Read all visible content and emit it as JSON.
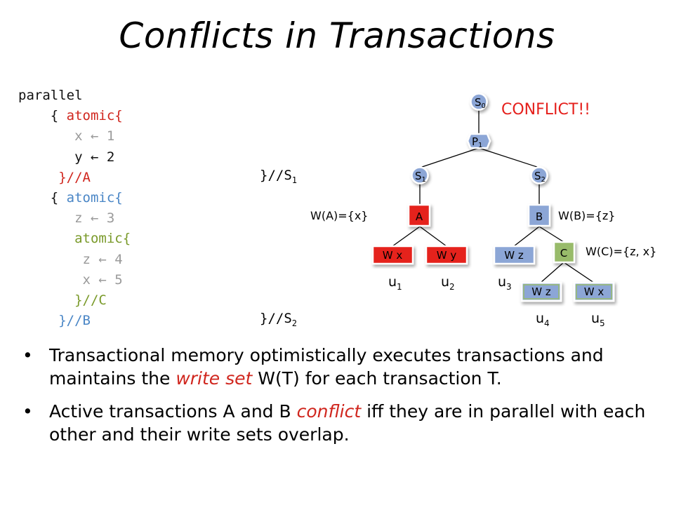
{
  "title": "Conflicts in Transactions",
  "code": {
    "lines": [
      {
        "indent": "",
        "segments": [
          {
            "text": "parallel",
            "color": "black"
          }
        ]
      },
      {
        "indent": "    ",
        "segments": [
          {
            "text": "{ ",
            "color": "black"
          },
          {
            "text": "atomic{",
            "color": "red"
          }
        ]
      },
      {
        "indent": "       ",
        "segments": [
          {
            "text": "x ← 1",
            "color": "gray"
          }
        ]
      },
      {
        "indent": "       ",
        "segments": [
          {
            "text": "y ← 2",
            "color": "black"
          }
        ]
      },
      {
        "indent": "     ",
        "segments": [
          {
            "text": "}//A",
            "color": "red"
          }
        ]
      },
      {
        "indent": "    ",
        "segments": [
          {
            "text": "{ ",
            "color": "black"
          },
          {
            "text": "atomic{",
            "color": "blue"
          }
        ]
      },
      {
        "indent": "       ",
        "segments": [
          {
            "text": "z ← 3",
            "color": "gray"
          }
        ]
      },
      {
        "indent": "       ",
        "segments": [
          {
            "text": "atomic{",
            "color": "green"
          }
        ]
      },
      {
        "indent": "        ",
        "segments": [
          {
            "text": "z ← 4",
            "color": "gray"
          }
        ]
      },
      {
        "indent": "        ",
        "segments": [
          {
            "text": "x ← 5",
            "color": "gray"
          }
        ]
      },
      {
        "indent": "       ",
        "segments": [
          {
            "text": "}//C",
            "color": "green"
          }
        ]
      },
      {
        "indent": "     ",
        "segments": [
          {
            "text": "}//B",
            "color": "blue"
          }
        ]
      }
    ],
    "right_comments": [
      {
        "text": "}//S",
        "sub": "1",
        "line": 4
      },
      {
        "text": "}//S",
        "sub": "2",
        "line": 11
      }
    ]
  },
  "tree": {
    "conflict_label": "CONFLICT!!",
    "nodes": {
      "s0": {
        "label": "S",
        "sub": "0"
      },
      "p1": {
        "label": "P",
        "sub": "1"
      },
      "s1": {
        "label": "S",
        "sub": "1"
      },
      "s2": {
        "label": "S",
        "sub": "2"
      },
      "a": {
        "label": "A"
      },
      "b": {
        "label": "B"
      },
      "c": {
        "label": "C"
      },
      "u1": {
        "label": "W x",
        "name": "u",
        "sub": "1"
      },
      "u2": {
        "label": "W y",
        "name": "u",
        "sub": "2"
      },
      "u3": {
        "label": "W z",
        "name": "u",
        "sub": "3"
      },
      "u4": {
        "label": "W z",
        "name": "u",
        "sub": "4"
      },
      "u5": {
        "label": "W x",
        "name": "u",
        "sub": "5"
      }
    },
    "write_sets": {
      "a": "W(A)={x}",
      "b": "W(B)={z}",
      "c": "W(C)={z, x}"
    },
    "colors": {
      "red": "#e5201c",
      "blue": "#8ca6d6",
      "green": "#98bb6a",
      "conflict": "#e5201c"
    }
  },
  "bullets": [
    {
      "parts": [
        {
          "text": "Transactional memory optimistically executes transactions and maintains the ",
          "style": "normal"
        },
        {
          "text": "write set",
          "style": "em-red"
        },
        {
          "text": " W(T) for each transaction T.",
          "style": "normal"
        }
      ]
    },
    {
      "parts": [
        {
          "text": "Active transactions A and B ",
          "style": "normal"
        },
        {
          "text": "conflict",
          "style": "em-red"
        },
        {
          "text": " iff they are in parallel with each other and their write sets overlap.",
          "style": "normal"
        }
      ]
    }
  ]
}
